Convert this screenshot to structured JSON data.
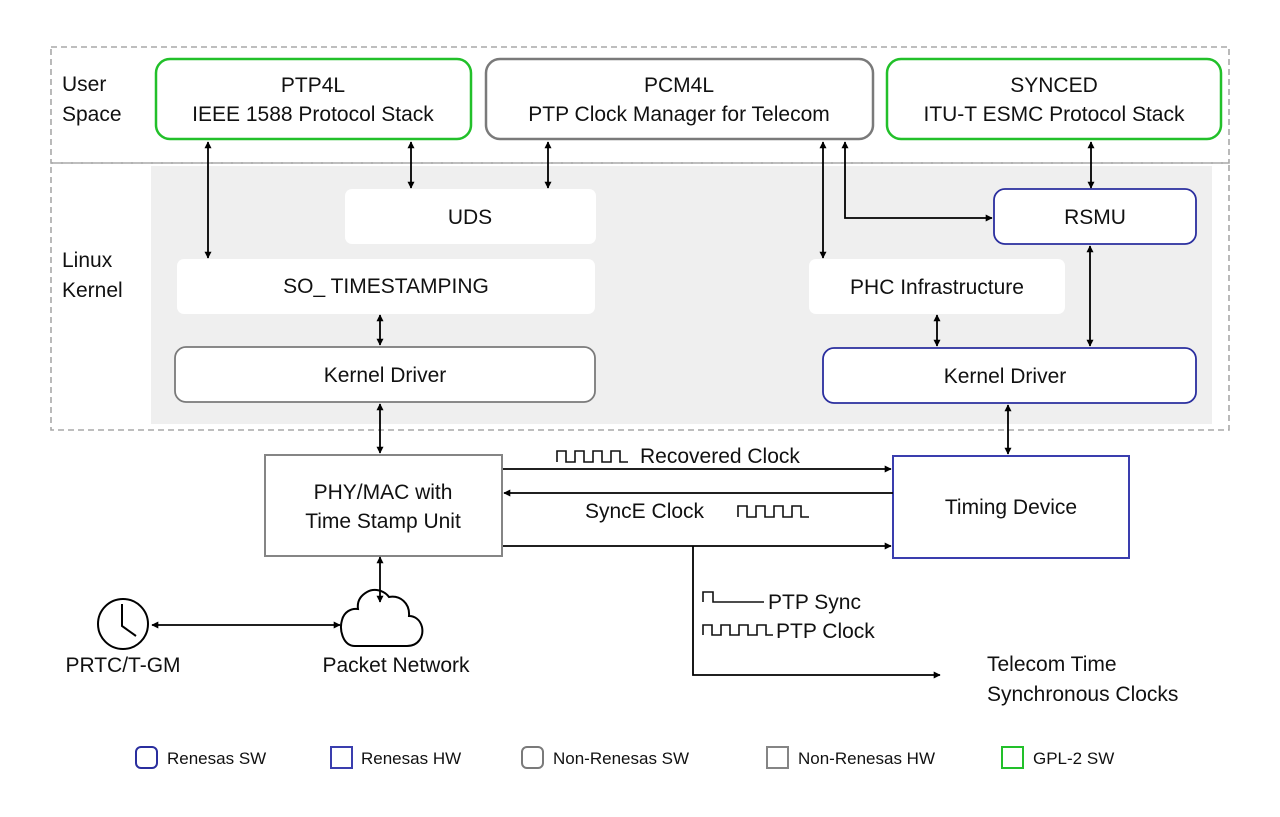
{
  "layers": {
    "user_space": "User\nSpace",
    "user_space_lines": [
      "User",
      "Space"
    ],
    "linux_kernel_lines": [
      "Linux",
      "Kernel"
    ]
  },
  "user_space_blocks": [
    {
      "id": "ptp4l",
      "title": "PTP4L",
      "subtitle": "IEEE 1588 Protocol Stack",
      "category": "GPL-2 SW"
    },
    {
      "id": "pcm4l",
      "title": "PCM4L",
      "subtitle": "PTP Clock Manager for Telecom",
      "category": "Non-Renesas SW"
    },
    {
      "id": "synced",
      "title": "SYNCED",
      "subtitle": "ITU-T ESMC Protocol Stack",
      "category": "GPL-2 SW"
    }
  ],
  "kernel_blocks": {
    "uds": "UDS",
    "so_timestamping": "SO_ TIMESTAMPING",
    "kernel_driver_left": "Kernel Driver",
    "phc_infrastructure": "PHC Infrastructure",
    "rsmu": "RSMU",
    "kernel_driver_right": "Kernel Driver"
  },
  "hardware": {
    "phy_mac_lines": [
      "PHY/MAC with",
      "Time Stamp Unit"
    ],
    "timing_device": "Timing Device"
  },
  "signals": {
    "recovered_clock": "Recovered Clock",
    "synce_clock": "SyncE Clock",
    "ptp_sync": "PTP Sync",
    "ptp_clock": "PTP Clock",
    "telecom_lines": [
      "Telecom Time",
      "Synchronous Clocks"
    ]
  },
  "network": {
    "prtc": "PRTC/T-GM",
    "packet_network": "Packet Network",
    "clock_icon": "clock-icon",
    "cloud_icon": "cloud-icon"
  },
  "legend": [
    {
      "label": "Renesas SW",
      "color": "#2a2e9e",
      "shape": "rounded"
    },
    {
      "label": "Renesas HW",
      "color": "#3a3eae",
      "shape": "square"
    },
    {
      "label": "Non-Renesas SW",
      "color": "#7a7a7a",
      "shape": "rounded"
    },
    {
      "label": "Non-Renesas HW",
      "color": "#858585",
      "shape": "square"
    },
    {
      "label": "GPL-2 SW",
      "color": "#22c02a",
      "shape": "square"
    }
  ]
}
